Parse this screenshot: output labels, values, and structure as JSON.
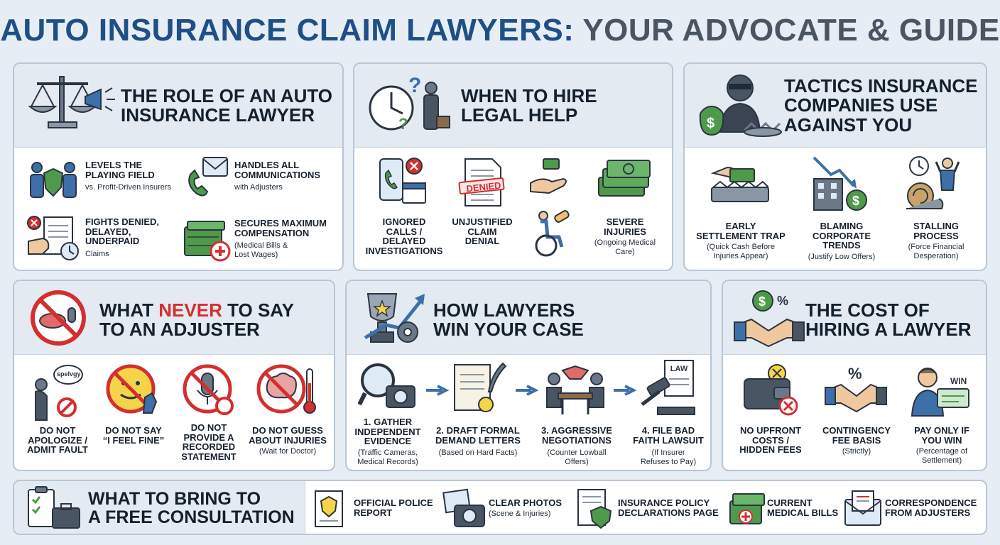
{
  "title": {
    "part1": "AUTO INSURANCE CLAIM LAWYERS:",
    "part2": "YOUR ADVOCATE & GUIDE"
  },
  "role": {
    "title": "THE ROLE OF AN AUTO\nINSURANCE LAWYER",
    "items": [
      {
        "label": "LEVELS THE\nPLAYING FIELD",
        "sub": "vs. Profit-Driven Insurers",
        "icon": "people-shield-icon"
      },
      {
        "label": "HANDLES ALL\nCOMMUNICATIONS",
        "sub": "with Adjusters",
        "icon": "phone-mail-icon"
      },
      {
        "label": "FIGHTS DENIED,\nDELAYED,\nUNDERPAID",
        "sub": "Claims",
        "icon": "denied-claim-icon"
      },
      {
        "label": "SECURES MAXIMUM\nCOMPENSATION",
        "sub": "(Medical Bills &\nLost Wages)",
        "icon": "money-medical-icon"
      }
    ]
  },
  "when": {
    "title": "WHEN TO HIRE\nLEGAL HELP",
    "items": [
      {
        "label": "IGNORED\nCALLS /\nDELAYED\nINVESTIGATIONS",
        "sub": "",
        "icon": "phone-calendar-icon"
      },
      {
        "label": "UNJUSTIFIED\nCLAIM\nDENIAL",
        "sub": "",
        "icon": "denied-document-icon",
        "stamp": "DENIED"
      },
      {
        "label": "SEVERE\nINJURIES",
        "sub": "(Ongoing Medical\nCare)",
        "icon": "money-stack-icon"
      }
    ]
  },
  "tactics": {
    "title": "TACTICS INSURANCE\nCOMPANIES USE\nAGAINST YOU",
    "items": [
      {
        "label": "EARLY\nSETTLEMENT TRAP",
        "sub": "(Quick Cash Before\nInjuries Appear)",
        "icon": "cash-trap-icon"
      },
      {
        "label": "BLAMING\nCORPORATE\nTRENDS",
        "sub": "(Justify Low Offers)",
        "icon": "building-decline-icon"
      },
      {
        "label": "STALLING\nPROCESS",
        "sub": "(Force Financial\nDesperation)",
        "icon": "snail-clock-icon"
      }
    ]
  },
  "never": {
    "title_pre": "WHAT ",
    "title_red": "NEVER",
    "title_post": " TO SAY\nTO AN ADJUSTER",
    "items": [
      {
        "label": "DO NOT\nAPOLOGIZE /\nADMIT FAULT",
        "sub": "",
        "icon": "apology-icon",
        "bubble": "spelvgy"
      },
      {
        "label": "DO NOT SAY\n“I FEEL FINE”",
        "sub": "",
        "icon": "no-smile-icon"
      },
      {
        "label": "DO NOT\nPROVIDE A\nRECORDED\nSTATEMENT",
        "sub": "",
        "icon": "no-microphone-icon"
      },
      {
        "label": "DO NOT GUESS\nABOUT INJURIES",
        "sub": "(Wait for Doctor)",
        "icon": "no-brain-icon"
      }
    ]
  },
  "win": {
    "title": "HOW LAWYERS\nWIN YOUR CASE",
    "steps": [
      {
        "label": "1. GATHER\nINDEPENDENT\nEVIDENCE",
        "sub": "(Traffic Cameras,\nMedical Records)",
        "icon": "magnifier-camera-icon"
      },
      {
        "label": "2. DRAFT FORMAL\nDEMAND LETTERS",
        "sub": "(Based on Hard Facts)",
        "icon": "scroll-quill-icon"
      },
      {
        "label": "3. AGGRESSIVE\nNEGOTIATIONS",
        "sub": "(Counter Lowball\nOffers)",
        "icon": "negotiation-table-icon"
      },
      {
        "label": "4. FILE BAD\nFAITH LAWSUIT",
        "sub": "(If Insurer\nRefuses to Pay)",
        "icon": "gavel-law-icon",
        "book": "LAW"
      }
    ]
  },
  "cost": {
    "title": "THE COST OF\nHIRING A LAWYER",
    "items": [
      {
        "label": "NO UPFRONT\nCOSTS /\nHIDDEN FEES",
        "sub": "",
        "icon": "wallet-icon"
      },
      {
        "label": "CONTINGENCY\nFEE BASIS",
        "sub": "(Strictly)",
        "icon": "handshake-percent-icon",
        "mark": "%"
      },
      {
        "label": "PAY ONLY IF\nYOU WIN",
        "sub": "(Percentage of\nSettlement)",
        "icon": "person-check-icon",
        "mark": "WIN"
      }
    ]
  },
  "bring": {
    "title": "WHAT TO BRING TO\nA FREE CONSULTATION",
    "items": [
      {
        "label": "OFFICIAL POLICE\nREPORT",
        "sub": "",
        "icon": "police-report-icon"
      },
      {
        "label": "CLEAR PHOTOS",
        "sub": "(Scene & Injuries)",
        "icon": "camera-photos-icon"
      },
      {
        "label": "INSURANCE POLICY\nDECLARATIONS PAGE",
        "sub": "",
        "icon": "policy-shield-icon"
      },
      {
        "label": "CURRENT\nMEDICAL BILLS",
        "sub": "",
        "icon": "medical-bills-icon"
      },
      {
        "label": "CORRESPONDENCE\nFROM ADJUSTERS",
        "sub": "",
        "icon": "envelope-icon"
      }
    ]
  },
  "colors": {
    "navy": "#1f4f86",
    "gray": "#4a5563",
    "red": "#d42f2f",
    "green": "#4e9a4a",
    "blue": "#3d6fa8",
    "panel_head": "#e4eaf1"
  }
}
